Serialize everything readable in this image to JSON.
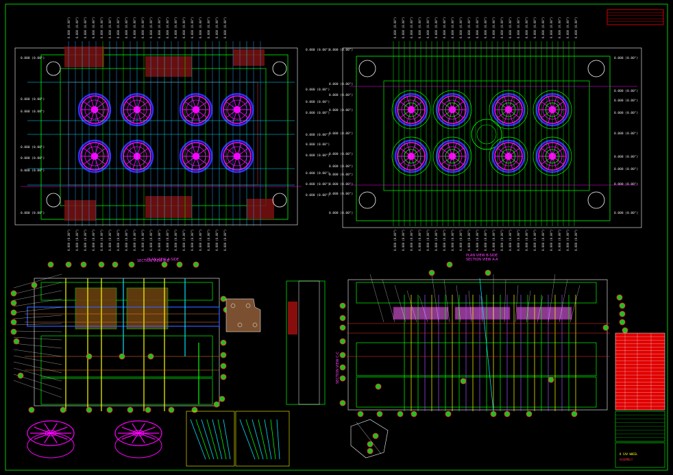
{
  "colors": {
    "background": "#000000",
    "frame": "#00ff00",
    "plate": "#00ff00",
    "cavity": "#ff00ff",
    "cavity_ring": "#3030ff",
    "water_line": "#00e5ff",
    "ejector": "#ffff00",
    "section_hatch": "#ff3030",
    "dimension": "#ffffff",
    "bubble_fill": "#20c020",
    "bubble_edge": "#ff3030",
    "titleblock": "#ff0000"
  },
  "views": {
    "top_left_title": "PLAN VIEW A-SIDE",
    "top_right_title": "PLAN VIEW B-SIDE",
    "bottom_right_title": "SECTION VIEW A-A",
    "bottom_left_title": "SECTION VIEW B-B",
    "side_section_title": "SECTION VIEW C-C"
  },
  "dimension_label": "0.000 (0.00\")",
  "titleblock": {
    "header": "MOLD DESIGN",
    "rows": 22,
    "footer_1": "8 CAV WHEEL",
    "footer_2": "ASSEMBLY"
  },
  "cavity_layout": {
    "columns": 4,
    "rows": 2,
    "count": 8
  }
}
